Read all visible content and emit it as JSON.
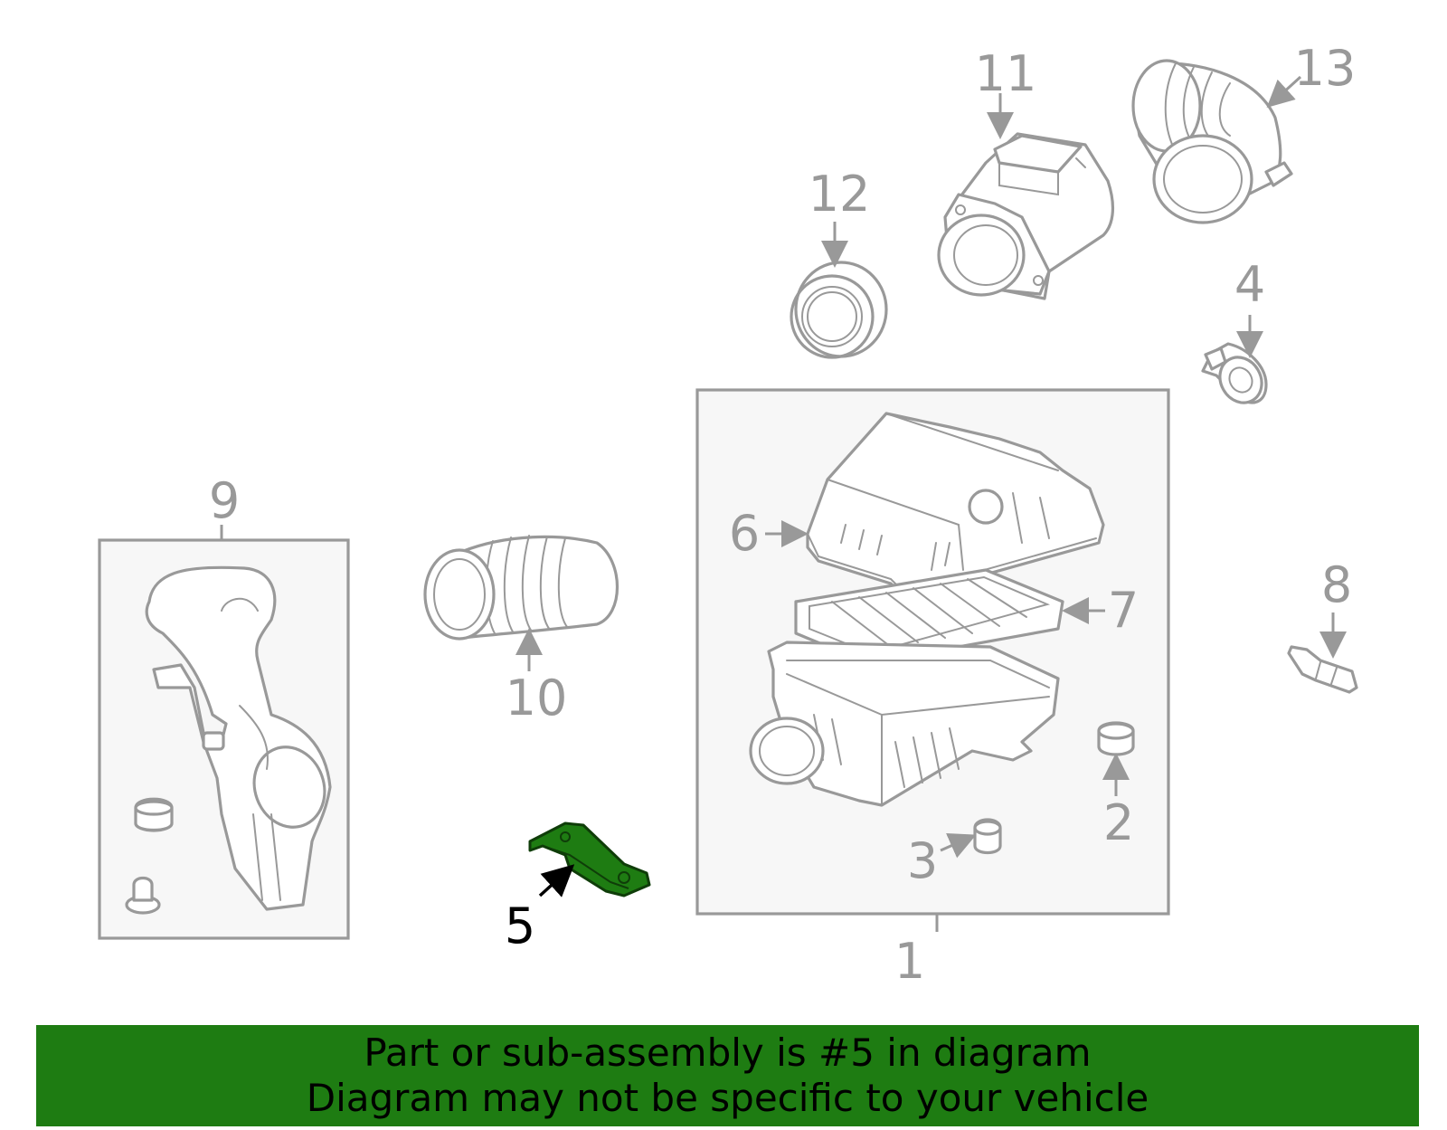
{
  "callouts": {
    "c1": "1",
    "c2": "2",
    "c3": "3",
    "c4": "4",
    "c5": "5",
    "c6": "6",
    "c7": "7",
    "c8": "8",
    "c9": "9",
    "c10": "10",
    "c11": "11",
    "c12": "12",
    "c13": "13"
  },
  "highlight": {
    "part": "5",
    "color": "#1e7c12"
  },
  "footer": {
    "line1": "Part or sub-assembly is #5 in diagram",
    "line2": "Diagram may not be specific to your vehicle",
    "background": "#1e7c12"
  }
}
